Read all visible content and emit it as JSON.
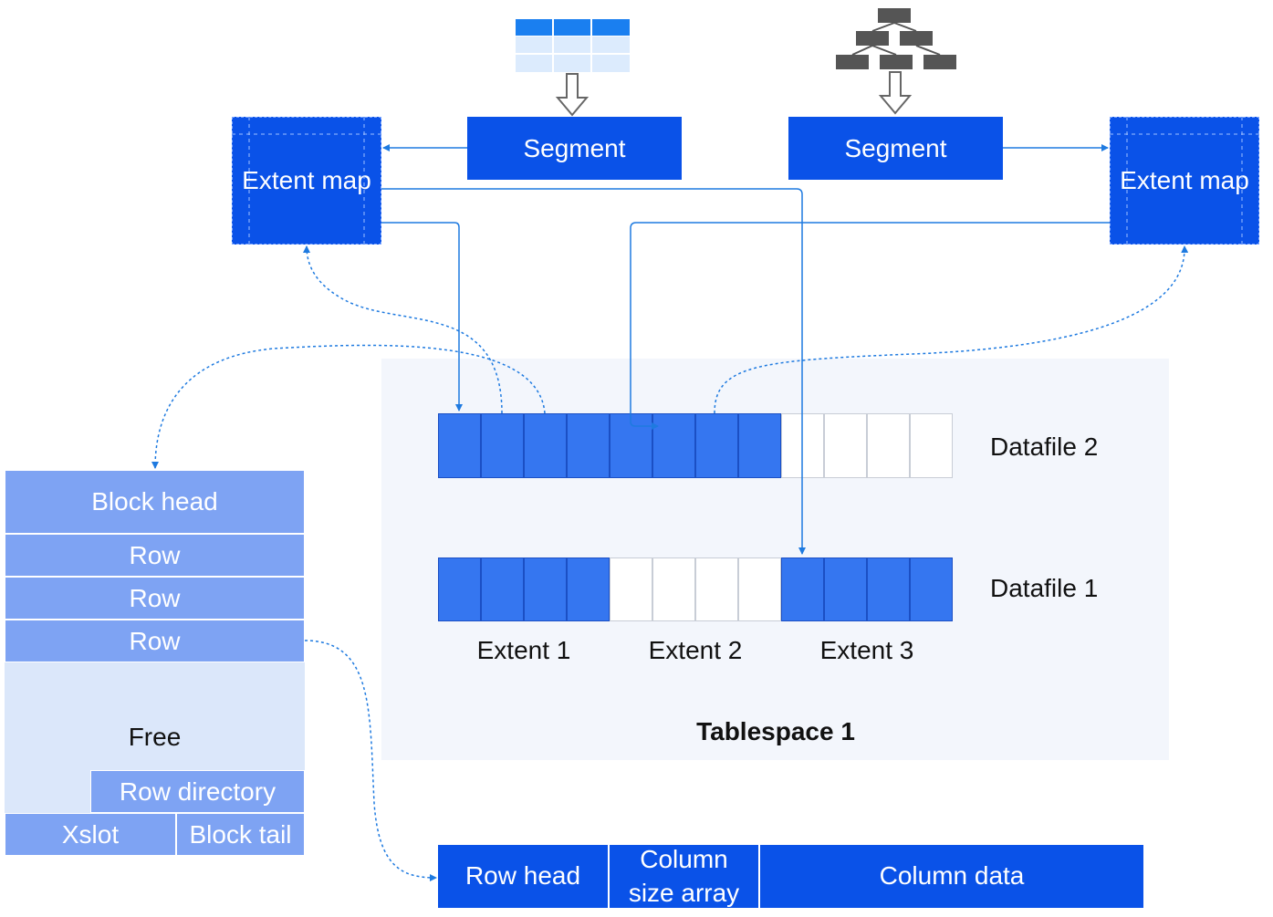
{
  "segments": [
    {
      "label": "Segment",
      "source": "table-icon"
    },
    {
      "label": "Segment",
      "source": "index-tree-icon"
    }
  ],
  "extent_maps": [
    {
      "label": "Extent map"
    },
    {
      "label": "Extent map"
    }
  ],
  "tablespace": {
    "label": "Tablespace 1",
    "datafiles": [
      {
        "label": "Datafile 2",
        "pages": [
          "used",
          "used",
          "used",
          "used",
          "used",
          "used",
          "used",
          "used",
          "free",
          "free",
          "free",
          "free"
        ]
      },
      {
        "label": "Datafile 1",
        "pages": [
          "used",
          "used",
          "used",
          "used",
          "free",
          "free",
          "free",
          "free",
          "used",
          "used",
          "used",
          "used"
        ]
      }
    ],
    "extents": [
      "Extent 1",
      "Extent 2",
      "Extent 3"
    ]
  },
  "block": {
    "head": "Block head",
    "rows": [
      "Row",
      "Row",
      "Row"
    ],
    "free": "Free",
    "row_directory": "Row directory",
    "xslot": "Xslot",
    "tail": "Block tail"
  },
  "row_format": {
    "head": "Row head",
    "column_size_array": "Column size array",
    "column_data": "Column data"
  },
  "colors": {
    "primary": "#0a52e8",
    "page_used": "#3576f0",
    "block_light": "#7ea3f3",
    "free_area": "#dbe7fa",
    "tablespace_bg": "#f3f6fc",
    "connector": "#1e7ae0"
  }
}
